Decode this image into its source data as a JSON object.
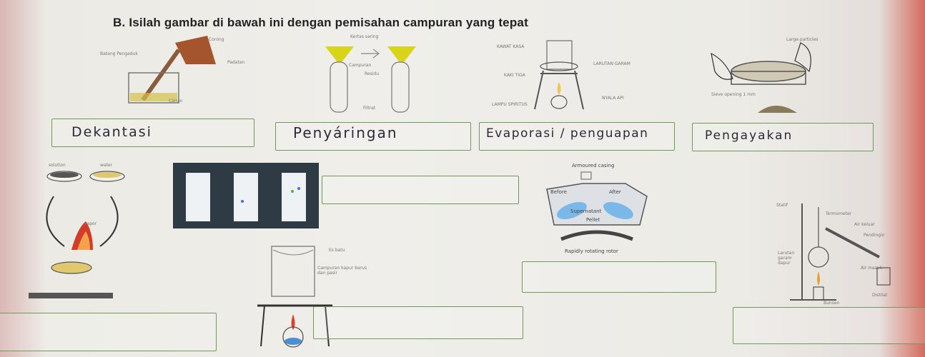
{
  "title": "B.  Isilah  gambar di bawah ini dengan pemisahan campuran yang tepat",
  "answers": {
    "a1": "Dekantasi",
    "a2": "Penyáringan",
    "a3": "Evaporasi / penguapan",
    "a4": "Pengayakan"
  },
  "labels": {
    "decant_corong": "Corong",
    "decant_batang": "Batang Pengaduk",
    "decant_padatan": "Padatan",
    "decant_cairan": "Cairan",
    "filter_kertas": "Kertas saring",
    "filter_campuran": "Campuran",
    "filter_residu": "Residu",
    "filter_filtrat": "Filtrat",
    "evap_kasa": "KAWAT KASA",
    "evap_larutan": "LARUTAN GARAM",
    "evap_kaki": "KAKI TIGA",
    "evap_lampu": "LAMPU SPIRITUS",
    "evap_api": "NYALA API",
    "sieve_large": "Large particles",
    "sieve_opening": "Sieve opening 1 mm",
    "centri_casing": "Armoured casing",
    "centri_before": "Before",
    "centri_after": "After",
    "centri_super": "Supernatant",
    "centri_pellet": "Pellet",
    "centri_rotor": "Rapidly rotating rotor",
    "sub_es": "Es batu",
    "sub_campuran": "Campuran kapur barus dan pasir",
    "dist_termometer": "Termometer",
    "dist_air_keluar": "Air keluar",
    "dist_pendingin": "Pendingin",
    "dist_larutan": "Larutan garam dapur",
    "dist_air_masuk": "Air masuk",
    "dist_bunsen": "Bunsen",
    "dist_distilat": "Distilat",
    "dist_statif": "Statif",
    "cryst_solution": "solution",
    "cryst_water": "water",
    "cryst_vapor": "vapor"
  },
  "colors": {
    "box_border": "#6f9a5c",
    "funnel_yellow": "#d8d41a",
    "glass": "#8a9aa4",
    "flask_blue": "#4a8ed6",
    "brown": "#a4552e"
  }
}
